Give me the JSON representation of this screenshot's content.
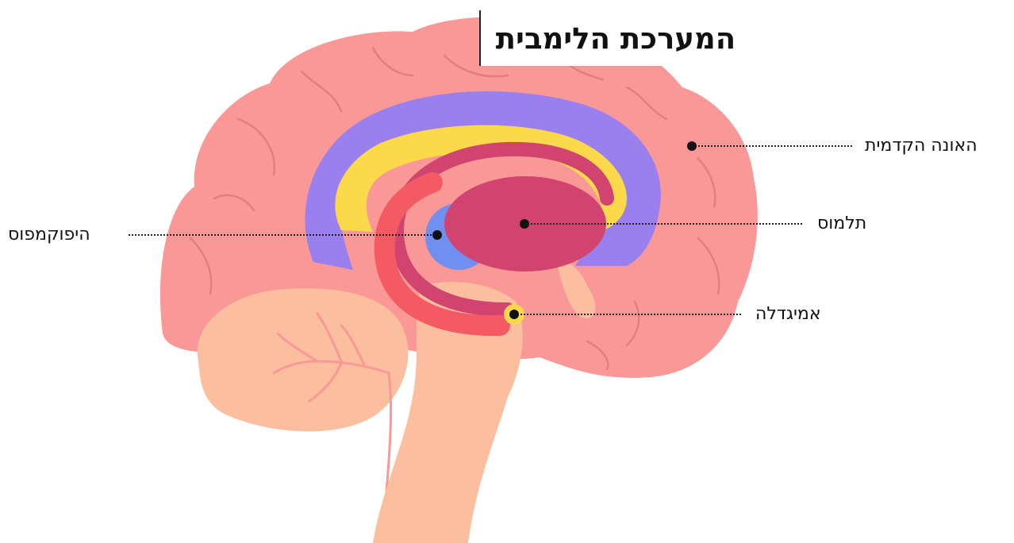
{
  "title": "המערכת הלימבית",
  "labels": {
    "frontal_lobe": "האונה הקדמית",
    "thalamus": "תלמוס",
    "hippocampus": "היפוקמפוס",
    "amygdala": "אמיגדלה"
  },
  "colors": {
    "cerebrum": "#f99896",
    "cerebrum_lines": "#e27e7d",
    "cerebellum": "#fbbfa0",
    "cingulate": "#9a80ee",
    "corpus_callosum": "#fcd84b",
    "fornix": "#d1446f",
    "thalamus": "#d1446f",
    "hypothalamus_blue": "#6f8ff2",
    "hippocampus": "#f35a63",
    "amygdala": "#fcd84b"
  }
}
